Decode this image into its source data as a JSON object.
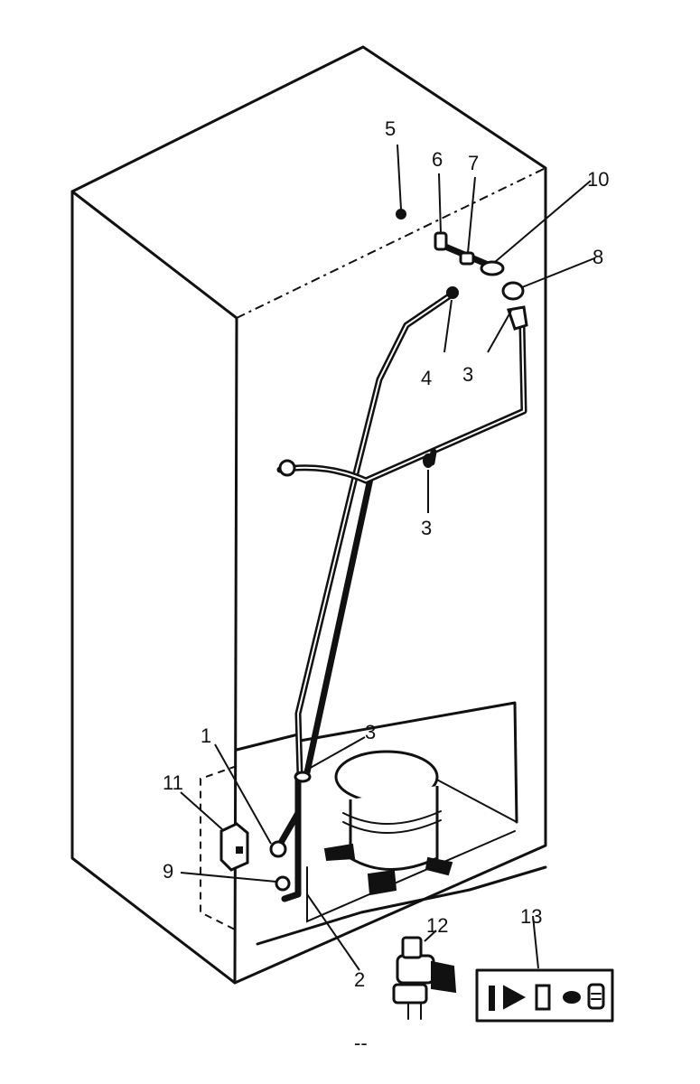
{
  "callouts": {
    "c1": "1",
    "c2": "2",
    "c3a": "3",
    "c3b": "3",
    "c3c": "3",
    "c4": "4",
    "c5": "5",
    "c6": "6",
    "c7": "7",
    "c8": "8",
    "c9": "9",
    "c10": "10",
    "c11": "11",
    "c12": "12",
    "c13": "13"
  },
  "footer_mark": "--"
}
